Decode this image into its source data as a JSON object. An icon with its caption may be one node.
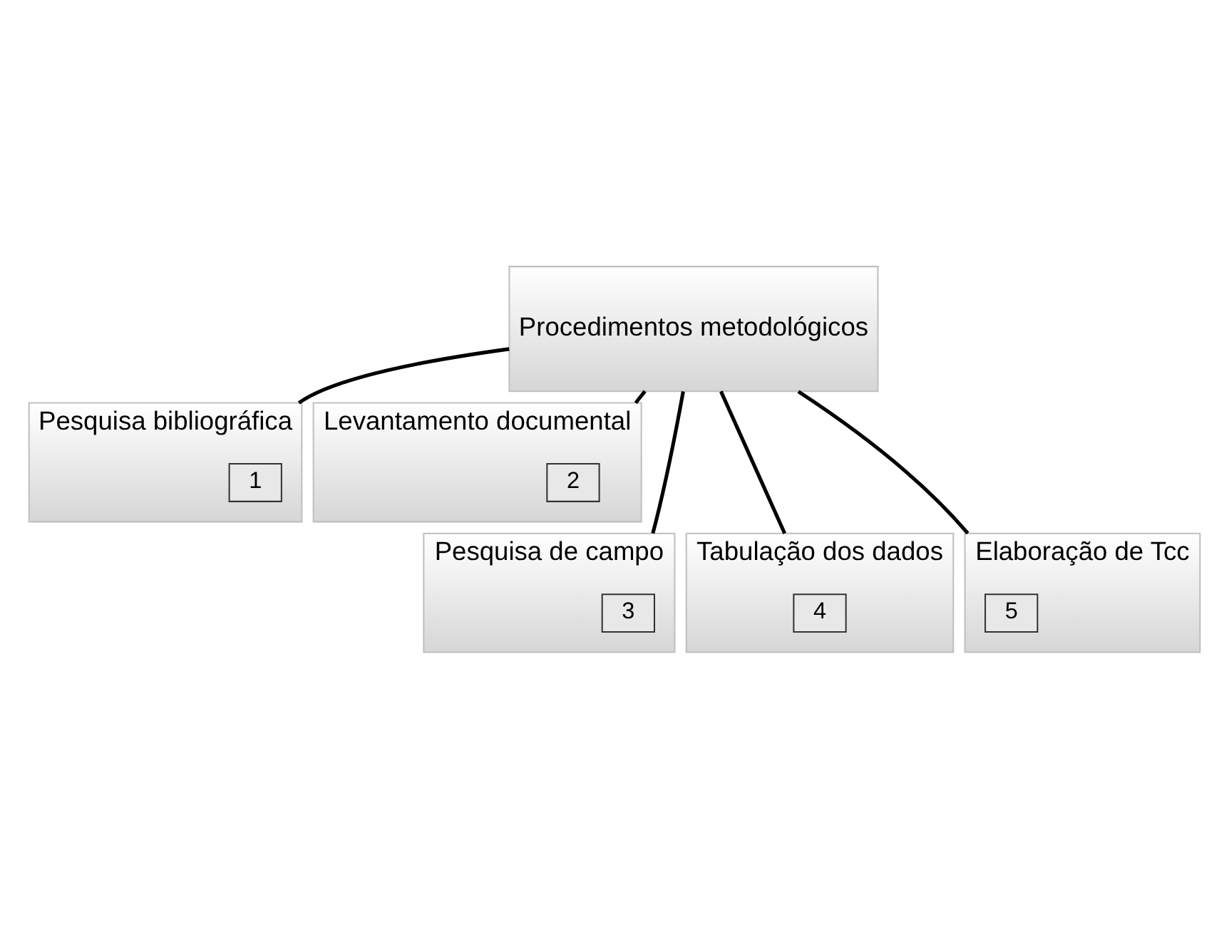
{
  "diagram": {
    "nodes": [
      {
        "text": [
          "Procedimentos metodológicos"
        ]
      },
      {
        "text": [
          "Pesquisa bibliográfica"
        ]
      },
      {
        "text": [
          "1"
        ],
        "in": 1
      },
      {
        "text": [
          "Levantamento documental"
        ]
      },
      {
        "text": [
          "2"
        ],
        "in": 3
      },
      {
        "text": [
          "Pesquisa de campo"
        ]
      },
      {
        "text": [
          "3"
        ],
        "in": 5
      },
      {
        "text": [
          "Tabulação dos dados"
        ]
      },
      {
        "text": [
          "4"
        ],
        "in": 7
      },
      {
        "text": [
          "Elaboração de Tcc"
        ]
      },
      {
        "text": [
          "5"
        ],
        "in": 9
      }
    ],
    "edges": [
      {
        "from": 0,
        "to": 1,
        "arrow": "none"
      },
      {
        "from": 0,
        "to": 3,
        "arrow": "none"
      },
      {
        "from": 0,
        "to": 5,
        "arrow": "none"
      },
      {
        "from": 0,
        "to": 7,
        "arrow": "none"
      },
      {
        "from": 0,
        "to": 9,
        "arrow": "none"
      }
    ]
  }
}
